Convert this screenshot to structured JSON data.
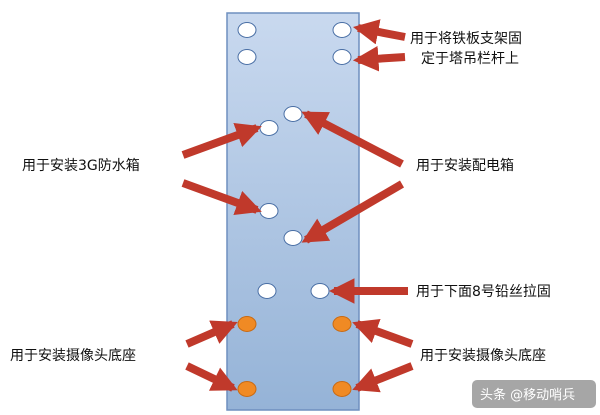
{
  "labels": {
    "bracket_line1": "用于将铁板支架固",
    "bracket_line2": "定于塔吊栏杆上",
    "waterproof_box": "用于安装3G防水箱",
    "distribution_box": "用于安装配电箱",
    "wire_fixing": "用于下面8号铅丝拉固",
    "camera_base_left": "用于安装摄像头底座",
    "camera_base_right": "用于安装摄像头底座"
  },
  "watermark": "头条 @移动哨兵",
  "colors": {
    "plate_top": "#c9d9ef",
    "plate_bottom": "#95b3d7",
    "plate_border": "#6f8fbf",
    "hole_white": "#ffffff",
    "hole_orange": "#f08a24",
    "hole_stroke": "#4a6fa5",
    "arrow": "#c0392b"
  }
}
